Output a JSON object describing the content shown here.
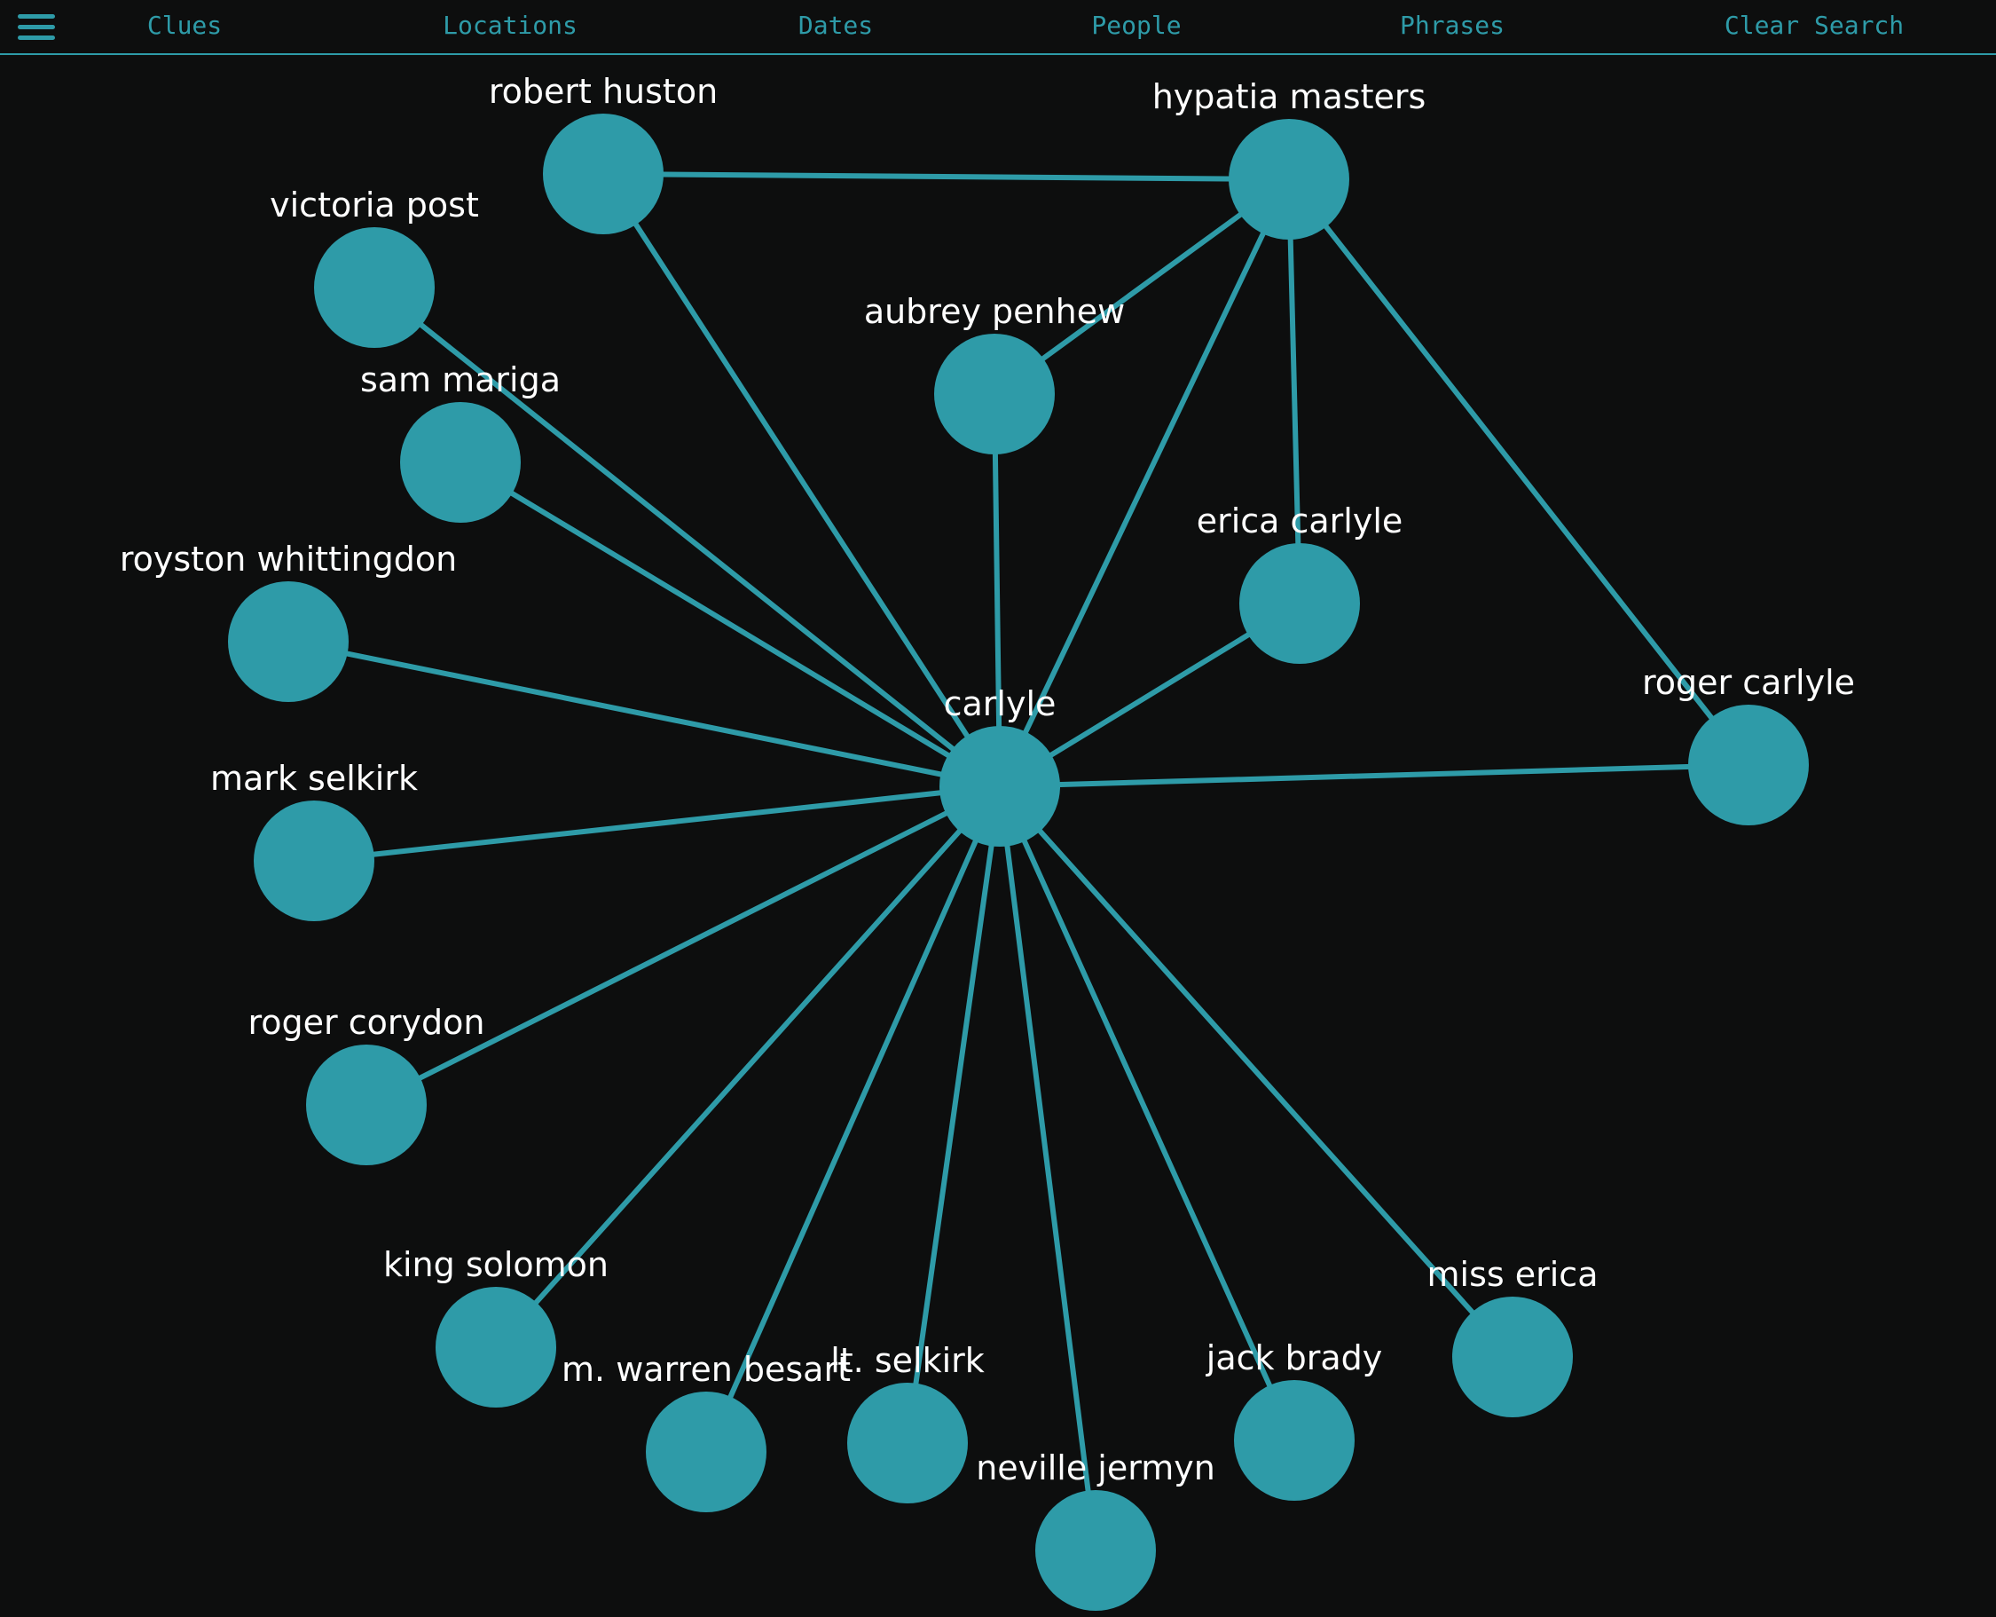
{
  "nav": {
    "menu_icon": "hamburger-menu-icon",
    "items": [
      {
        "id": "clues",
        "label": "Clues"
      },
      {
        "id": "locations",
        "label": "Locations"
      },
      {
        "id": "dates",
        "label": "Dates"
      },
      {
        "id": "people",
        "label": "People"
      },
      {
        "id": "phrases",
        "label": "Phrases"
      },
      {
        "id": "clear-search",
        "label": "Clear Search"
      }
    ]
  },
  "colors": {
    "background": "#0d0e0e",
    "accent": "#2e9ba8",
    "node": "#2e9ba8",
    "edge": "#2e9ba8",
    "label": "#ffffff"
  },
  "graph": {
    "nodes": [
      {
        "id": "robert-huston",
        "label": "robert huston"
      },
      {
        "id": "hypatia-masters",
        "label": "hypatia masters"
      },
      {
        "id": "victoria-post",
        "label": "victoria post"
      },
      {
        "id": "aubrey-penhew",
        "label": "aubrey penhew"
      },
      {
        "id": "sam-mariga",
        "label": "sam mariga"
      },
      {
        "id": "erica-carlyle",
        "label": "erica carlyle"
      },
      {
        "id": "royston-whittingdon",
        "label": "royston whittingdon"
      },
      {
        "id": "roger-carlyle",
        "label": "roger carlyle"
      },
      {
        "id": "carlyle",
        "label": "carlyle"
      },
      {
        "id": "mark-selkirk",
        "label": "mark selkirk"
      },
      {
        "id": "roger-corydon",
        "label": "roger corydon"
      },
      {
        "id": "king-solomon",
        "label": "king solomon"
      },
      {
        "id": "miss-erica",
        "label": "miss erica"
      },
      {
        "id": "m-warren-besart",
        "label": "m. warren besart"
      },
      {
        "id": "lt-selkirk",
        "label": "lt. selkirk"
      },
      {
        "id": "jack-brady",
        "label": "jack brady"
      },
      {
        "id": "neville-jermyn",
        "label": "neville jermyn"
      }
    ],
    "edges": [
      [
        "robert-huston",
        "hypatia-masters"
      ],
      [
        "hypatia-masters",
        "aubrey-penhew"
      ],
      [
        "hypatia-masters",
        "carlyle"
      ],
      [
        "hypatia-masters",
        "erica-carlyle"
      ],
      [
        "hypatia-masters",
        "roger-carlyle"
      ],
      [
        "robert-huston",
        "carlyle"
      ],
      [
        "victoria-post",
        "carlyle"
      ],
      [
        "sam-mariga",
        "carlyle"
      ],
      [
        "aubrey-penhew",
        "carlyle"
      ],
      [
        "erica-carlyle",
        "carlyle"
      ],
      [
        "royston-whittingdon",
        "carlyle"
      ],
      [
        "mark-selkirk",
        "carlyle"
      ],
      [
        "roger-carlyle",
        "carlyle"
      ],
      [
        "roger-corydon",
        "carlyle"
      ],
      [
        "king-solomon",
        "carlyle"
      ],
      [
        "m-warren-besart",
        "carlyle"
      ],
      [
        "lt-selkirk",
        "carlyle"
      ],
      [
        "neville-jermyn",
        "carlyle"
      ],
      [
        "jack-brady",
        "carlyle"
      ],
      [
        "miss-erica",
        "carlyle"
      ]
    ]
  }
}
